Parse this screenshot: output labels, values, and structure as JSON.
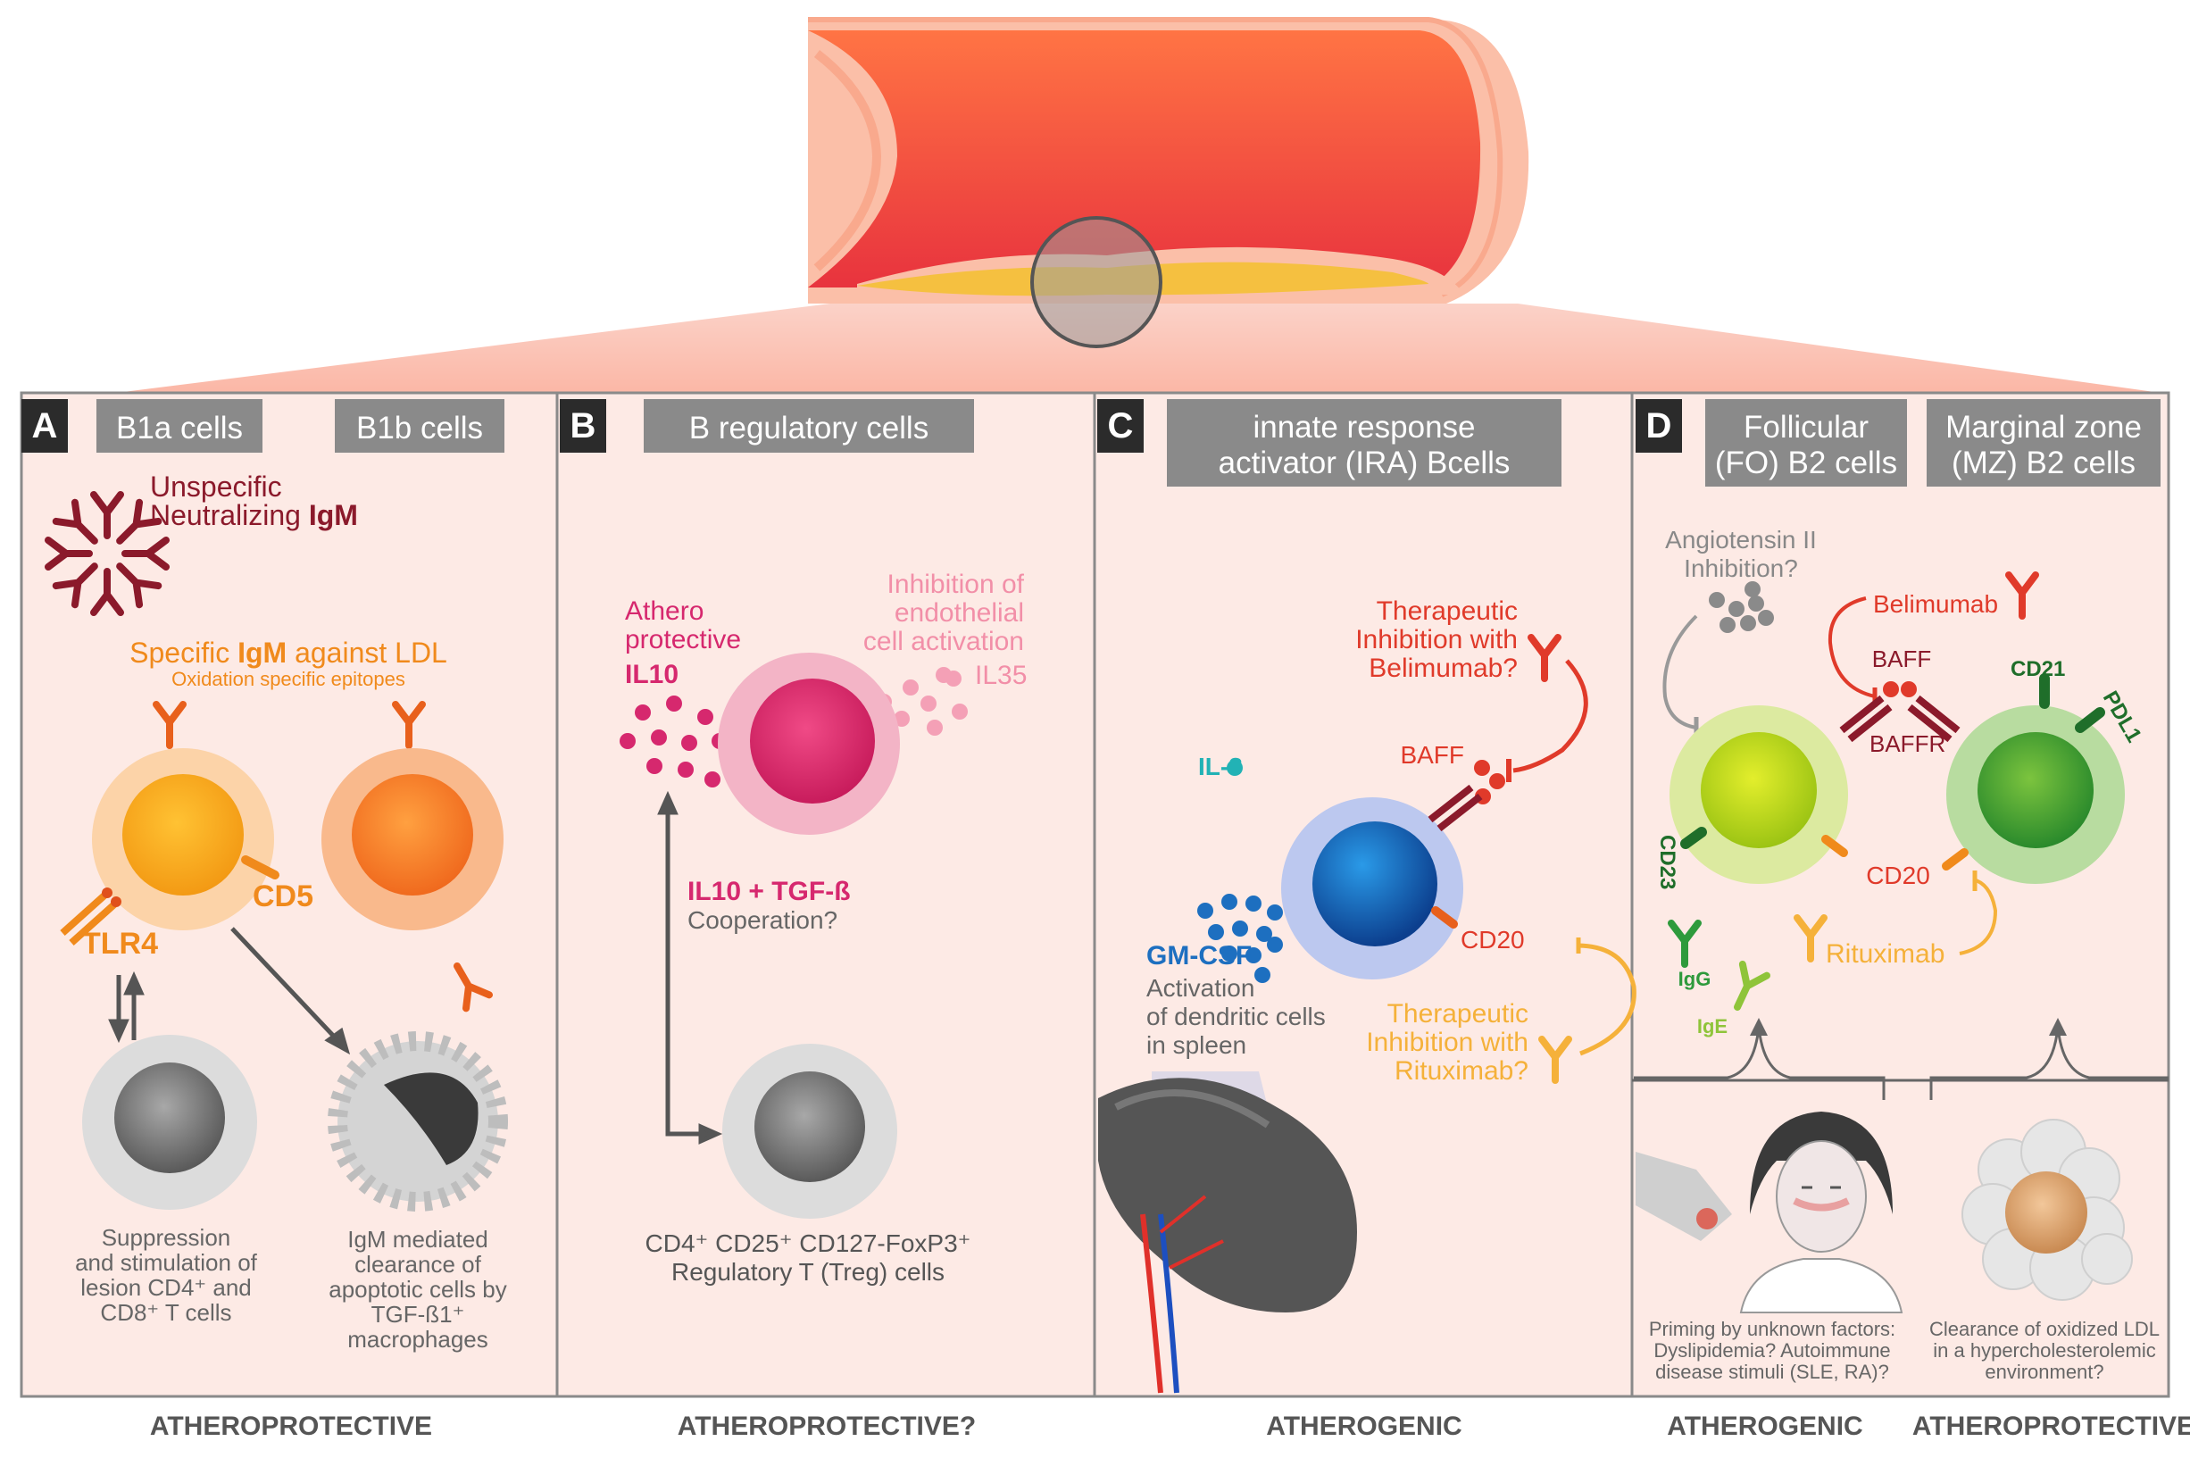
{
  "panels": {
    "A": {
      "letter": "A",
      "headers": [
        "B1a cells",
        "B1b cells"
      ],
      "igm_neutral": [
        "Unspecific",
        "Neutralizing",
        "IgM"
      ],
      "igm_specific": [
        "Specific",
        "IgM",
        "against LDL"
      ],
      "epitopes": "Oxidation specific epitopes",
      "tlr4": "TLR4",
      "cd5": "CD5",
      "suppression": [
        "Suppression",
        "and stimulation of",
        "lesion CD4⁺ and",
        "CD8⁺ T cells"
      ],
      "clearance": [
        "IgM mediated",
        "clearance of",
        "apoptotic cells by",
        "TGF-ß1⁺",
        "macrophages"
      ],
      "footer": "ATHEROPROTECTIVE"
    },
    "B": {
      "letter": "B",
      "header": "B regulatory cells",
      "athero": [
        "Athero",
        "protective",
        "IL10"
      ],
      "inhibition": [
        "Inhibition of",
        "endothelial",
        "cell activation"
      ],
      "il35": "IL35",
      "coop": [
        "IL10 + TGF-ß",
        "Cooperation?"
      ],
      "treg": [
        "CD4⁺ CD25⁺ CD127-FoxP3⁺",
        "Regulatory T (Treg) cells"
      ],
      "footer": "ATHEROPROTECTIVE?"
    },
    "C": {
      "letter": "C",
      "header": [
        "innate response",
        "activator (IRA) Bcells"
      ],
      "belimumab": [
        "Therapeutic",
        "Inhibition with",
        "Belimumab?"
      ],
      "baff": "BAFF",
      "il3": "IL-3",
      "gmcsf": "GM-CSF",
      "cd20": "CD20",
      "activation": [
        "Activation",
        "of dendritic cells",
        "in spleen"
      ],
      "rituximab": [
        "Therapeutic",
        "Inhibition with",
        "Rituximab?"
      ],
      "footer": "ATHEROGENIC"
    },
    "D": {
      "letter": "D",
      "header_fo": [
        "Follicular",
        "(FO) B2 cells"
      ],
      "header_mz": [
        "Marginal zone",
        "(MZ) B2 cells"
      ],
      "angiotensin": [
        "Angiotensin II",
        "Inhibition?"
      ],
      "belimumab": "Belimumab",
      "baff": "BAFF",
      "baffr": "BAFFR",
      "cd21": "CD21",
      "pdl1": "PDL1",
      "cd23": "CD23",
      "cd20": "CD20",
      "igg": "IgG",
      "ige": "IgE",
      "rituximab": "Rituximab",
      "priming": [
        "Priming by unknown factors:",
        "Dyslipidemia? Autoimmune",
        "disease stimuli (SLE, RA)?"
      ],
      "oxldl": [
        "Clearance of oxidized LDL",
        "in a hypercholesterolemic",
        "environment?"
      ],
      "footer_left": "ATHEROGENIC",
      "footer_right": "ATHEROPROTECTIVE"
    }
  },
  "colors": {
    "panel_bg": "#fdeae5",
    "header_bg": "#8a8a8a",
    "letter_bg": "#2b2b2b",
    "dark_red": "#8b1a2b",
    "orange": "#f08a1c",
    "magenta": "#d6286e",
    "pink": "#f28fa8",
    "red": "#e03a2a",
    "teal": "#22b2b5",
    "blue": "#1d6fc0",
    "yellow": "#f5b13a",
    "green": "#2e9a3c",
    "gray_text": "#666666"
  }
}
